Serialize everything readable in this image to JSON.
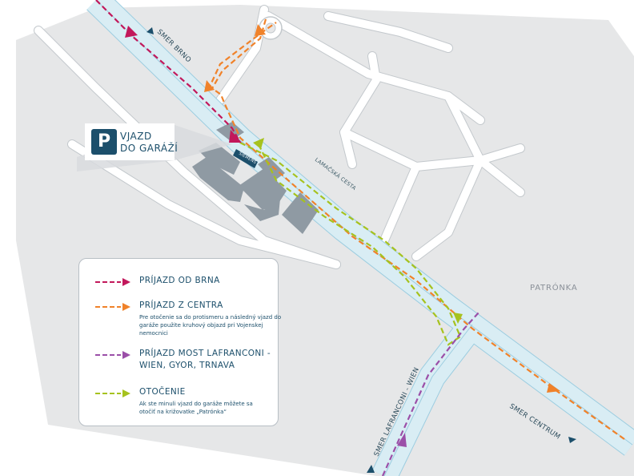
{
  "callout": {
    "line1": "VJAZD",
    "line2": "DO GARÁŽÍ",
    "parking_icon_letter": "P"
  },
  "map_labels": {
    "smer_brno": "SMER BRNO",
    "lamacska_cesta": "LAMAČSKÁ CESTA",
    "patronka": "PATRÓNKA",
    "smer_lafranconi_wien": "SMER LAFRANCONI - WIEN",
    "smer_centrum": "SMER CENTRUM",
    "building_sign": "SIEMENS"
  },
  "legend": {
    "items": [
      {
        "title": "PRÍJAZD OD BRNA",
        "title2": "",
        "desc": "",
        "color": "#c2185b"
      },
      {
        "title": "PRÍJAZD Z CENTRA",
        "title2": "",
        "desc": "Pre otočenie sa do protismeru a následný vjazd do garáže použite kruhový objazd pri Vojenskej nemocnici",
        "color": "#f0822a"
      },
      {
        "title": "PRÍJAZD MOST LAFRANCONI -",
        "title2": "WIEN, GYOR, TRNAVA",
        "desc": "",
        "color": "#9b4fa8"
      },
      {
        "title": "OTOČENIE",
        "title2": "",
        "desc": "Ak ste minuli vjazd do garáže môžete sa otočiť na križovatke „Patrónka“",
        "color": "#a6c21e"
      }
    ]
  },
  "colors": {
    "background": "#e6e7e8",
    "road_border": "#c3c8cc",
    "main_road": "#d9edf4",
    "main_road_border": "#9ccde0",
    "building": "#8f9aa3",
    "accent_navy": "#1c4f6b"
  }
}
